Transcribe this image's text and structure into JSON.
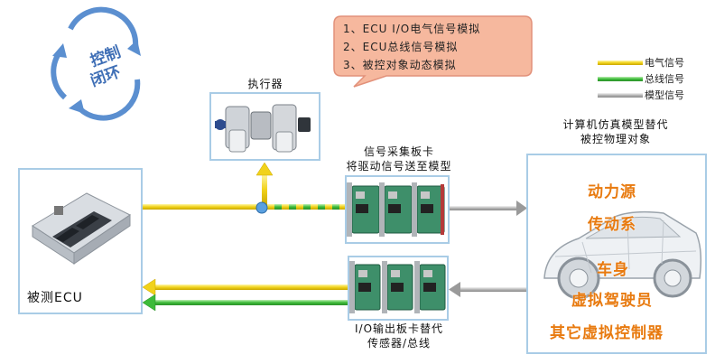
{
  "loop": {
    "line1": "控制",
    "line2": "闭环"
  },
  "callout": {
    "items": [
      "1、ECU I/O电气信号模拟",
      "2、ECU总线信号模拟",
      "3、被控对象动态模拟"
    ]
  },
  "legend": [
    {
      "label": "电气信号",
      "color": "#f1d21a"
    },
    {
      "label": "总线信号",
      "color": "#3dbb3a"
    },
    {
      "label": "模型信号",
      "color": "#9a9a9a"
    }
  ],
  "actuator": {
    "label": "执行器"
  },
  "daq_card": {
    "line1": "信号采集板卡",
    "line2": "将驱动信号送至模型"
  },
  "io_card": {
    "line1": "I/O输出板卡替代",
    "line2": "传感器/总线"
  },
  "ecu": {
    "label": "被测ECU"
  },
  "model": {
    "caption_line1": "计算机仿真模型替代",
    "caption_line2": "被控物理对象",
    "items": [
      "动力源",
      "传动系",
      "车身",
      "虚拟驾驶员",
      "其它虚拟控制器"
    ]
  }
}
